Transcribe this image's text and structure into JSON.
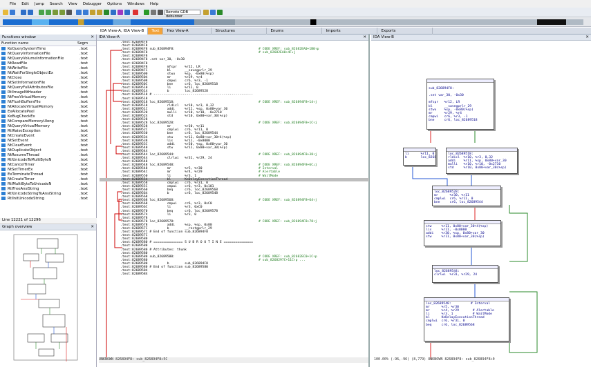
{
  "menu": [
    "File",
    "Edit",
    "Jump",
    "Search",
    "View",
    "Debugger",
    "Options",
    "Windows",
    "Help"
  ],
  "debugger_select": "Remote GDB debugger",
  "tabs": [
    {
      "label": "IDA View-A, IDA View-B"
    },
    {
      "label": "Text"
    },
    {
      "label": "Hex View-A"
    },
    {
      "label": "Structures"
    },
    {
      "label": "Enums"
    },
    {
      "label": "Imports"
    },
    {
      "label": "Exports"
    }
  ],
  "functions_panel": {
    "title": "Functions window",
    "col_name": "Function name",
    "col_seg": "Segm",
    "items": [
      {
        "name": "KeQuerySystemTime",
        "seg": ".text"
      },
      {
        "name": "NtQueryInformationFile",
        "seg": ".text"
      },
      {
        "name": "NtQueryVolumeInformationFile",
        "seg": ".text"
      },
      {
        "name": "NtReadFile",
        "seg": ".text"
      },
      {
        "name": "NtWriteFile",
        "seg": ".text"
      },
      {
        "name": "NtWaitForSingleObjectEx",
        "seg": ".text"
      },
      {
        "name": "NtClose",
        "seg": ".text"
      },
      {
        "name": "NtSetInformationFile",
        "seg": ".text"
      },
      {
        "name": "NtQueryFullAttributesFile",
        "seg": ".text"
      },
      {
        "name": "RtlImageNtHeader",
        "seg": ".text"
      },
      {
        "name": "NtFreeVirtualMemory",
        "seg": ".text"
      },
      {
        "name": "NtFlushBuffersFile",
        "seg": ".text"
      },
      {
        "name": "NtAllocateVirtualMemory",
        "seg": ".text"
      },
      {
        "name": "ExAllocatePool",
        "seg": ".text"
      },
      {
        "name": "KeBugCheckEx",
        "seg": ".text"
      },
      {
        "name": "NtCompareMemoryUlong",
        "seg": ".text"
      },
      {
        "name": "NtQueryVirtualMemory",
        "seg": ".text"
      },
      {
        "name": "RtlRaiseException",
        "seg": ".text"
      },
      {
        "name": "NtCreateEvent",
        "seg": ".text"
      },
      {
        "name": "NtSetEvent",
        "seg": ".text"
      },
      {
        "name": "NtClearEvent",
        "seg": ".text"
      },
      {
        "name": "NtDuplicateObject",
        "seg": ".text"
      },
      {
        "name": "NtResumeThread",
        "seg": ".text"
      },
      {
        "name": "RtlUnicodeToMultiByteN",
        "seg": ".text"
      },
      {
        "name": "NtCancelTimer",
        "seg": ".text"
      },
      {
        "name": "NtSetTimerEx",
        "seg": ".text"
      },
      {
        "name": "ExTerminateThread",
        "seg": ".text"
      },
      {
        "name": "NtCreateTimer",
        "seg": ".text"
      },
      {
        "name": "RtlMultiByteToUnicodeN",
        "seg": ".text"
      },
      {
        "name": "RtlFreeAnsiString",
        "seg": ".text"
      },
      {
        "name": "RtlUnicodeStringToAnsiString",
        "seg": ".text"
      },
      {
        "name": "RtlInitUnicodeString",
        "seg": ".text"
      }
    ],
    "line_info": "Line 12221 of 12296"
  },
  "graph_overview_title": "Graph overview",
  "ida_view_a_title": "IDA View-A",
  "ida_view_b_title": "IDA View-B",
  "asm_lines": [
    {
      "t": ".text:826894F8"
    },
    {
      "t": ".text:826894F8"
    },
    {
      "t": ".text:826894F8 sub_826894F8:",
      "c": "# CODE XREF: sub_82682EA0+1B0↑p"
    },
    {
      "t": ".text:826894F8",
      "c": "# sub_82682EA0+4F↓j"
    },
    {
      "t": ".text:826894F8"
    },
    {
      "t": ".text:826894F8 .set var_30, -0x30"
    },
    {
      "t": ".text:826894F8"
    },
    {
      "t": ".text:826894F8          mfspr    %r12, LR"
    },
    {
      "t": ".text:826894FC          bl       __savegprlr_29"
    },
    {
      "t": ".text:82689500          stwu     %sp, -0x80(%sp)"
    },
    {
      "t": ".text:82689504          mr       %r29, %r4"
    },
    {
      "t": ".text:82689508          cmpwi    cr6, %r3, -1"
    },
    {
      "t": ".text:8268950C          bne      cr6, loc_82689518"
    },
    {
      "t": ".text:82689510          li       %r11, 0"
    },
    {
      "t": ".text:82689514          b        loc_82689528"
    },
    {
      "t": ".text:82689518 # ---------------------------------------------------"
    },
    {
      "t": ".text:82689518"
    },
    {
      "t": ".text:82689518 loc_82689518:",
      "c": "# CODE XREF: sub_826894F8+14↑j"
    },
    {
      "t": ".text:82689518          rldicl   %r10, %r3, 0,32"
    },
    {
      "t": ".text:8268951C          addi     %r11, %sp, 0x80+var_30"
    },
    {
      "t": ".text:82689520          mulli    %r10, %r10, -0x2710"
    },
    {
      "t": ".text:82689524          std      %r10, 0x80+var_30(%sp)"
    },
    {
      "t": ".text:82689528"
    },
    {
      "t": ".text:82689528 loc_82689528:",
      "c": "# CODE XREF: sub_826894F8+1C↑j"
    },
    {
      "t": ".text:82689528          mr       %r30, %r11"
    },
    {
      "t": ".text:8268952C          cmplwi   cr6, %r11, 0"
    },
    {
      "t": ".text:82689530          bne      cr6, loc_82689544"
    },
    {
      "t": ".text:82689534          stw      %r11, 0x80+var_30+4(%sp)"
    },
    {
      "t": ".text:82689538          lis      %r11, -0x8000"
    },
    {
      "t": ".text:8268953C          addi     %r30, %sp, 0x80+var_30"
    },
    {
      "t": ".text:82689540          stw      %r11, 0x80+var_30(%sp)"
    },
    {
      "t": ".text:82689544"
    },
    {
      "t": ".text:82689544 loc_82689544:",
      "c": "# CODE XREF: sub_826894F8+38↑j"
    },
    {
      "t": ".text:82689544          clrlwi   %r31, %r29, 24"
    },
    {
      "t": ".text:82689548"
    },
    {
      "t": ".text:82689548 loc_82689548:",
      "c": "# CODE XREF: sub_826894F8+6C↓j"
    },
    {
      "t": ".text:82689548          mr       %r5, %r30",
      "c": "# Interval"
    },
    {
      "t": ".text:8268954C          mr       %r4, %r29",
      "c": "# Alertable"
    },
    {
      "t": ".text:82689550          li       %r3, 1",
      "c": "# WaitMode"
    },
    {
      "t": ".text:82689554          bl       KeDelayExecutionThread",
      "hl": true
    },
    {
      "t": ".text:82689558          cmplwi   cr6, %r31, 0"
    },
    {
      "t": ".text:8268955C          cmpwi    cr6, %r3, 0x101"
    },
    {
      "t": ".text:82689560          beq      cr6, loc_82689568"
    },
    {
      "t": ".text:82689564          b        cr6, loc_82689548"
    },
    {
      "t": ".text:82689568"
    },
    {
      "t": ".text:82689568 loc_82689568:",
      "c": "# CODE XREF: sub_826894F8+64↑j"
    },
    {
      "t": ".text:82689568          cmpwi    cr6, %r3, 0xC0"
    },
    {
      "t": ".text:8268956C          li       %r3, 0xC0"
    },
    {
      "t": ".text:82689570          beq      cr6, loc_82689578"
    },
    {
      "t": ".text:82689574          li       %r3, 0"
    },
    {
      "t": ".text:82689578"
    },
    {
      "t": ".text:82689578 loc_82689578:",
      "c": "# CODE XREF: sub_826894F8+78↑j"
    },
    {
      "t": ".text:82689578          addi     %sp, %sp, 0x80"
    },
    {
      "t": ".text:8268957C          b        __restgprlr_29"
    },
    {
      "t": ".text:8268957C # End of function sub_826894F8"
    },
    {
      "t": ".text:8268957C"
    },
    {
      "t": ".text:82689580"
    },
    {
      "t": ".text:82689580 # =============== S U B R O U T I N E ==============="
    },
    {
      "t": ".text:82689580"
    },
    {
      "t": ".text:82689580 # Attributes: thunk"
    },
    {
      "t": ".text:82689580"
    },
    {
      "t": ".text:82689580 sub_82689580:",
      "c": "# CODE XREF: sub_82682EC0+1C↑p"
    },
    {
      "t": ".text:82689580",
      "c": "# sub_8268297C+11C↑p ..."
    },
    {
      "t": ".text:82689580          b        sub_826894F8"
    },
    {
      "t": ".text:82689580 # End of function sub_82689580"
    },
    {
      "t": ".text:82689584"
    },
    {
      "t": ".text:82689584"
    }
  ],
  "main_status": "UNKNOWN 826894F8: sub_826894F8+5C",
  "graph_status": "100.00% (-96,-96) (8,779) UNKNOWN 826894F8: sub_826894F8+0",
  "graph_nodes": {
    "n1": "\nsub_826894F8:\n\n.set var_30, -0x30\n\nmfspr   %r12, LR\nbl      __savegprlr_29\nstwu    %sp, -0x80(%sp)\nmr      %r29, %r4\ncmpwi   cr6, %r3, -1\nbne     cr6, loc_82689518",
    "n2": "li      %r11, 0\nb       loc_82689528",
    "n3": "loc_82689518:\nrldicl  %r10, %r3, 0,32\naddi    %r11, %sp, 0x80+var_30\nmulli   %r10, %r10, -0x2710\nstd     %r10, 0x80+var_30(%sp)",
    "n4": "loc_82689528:\nmr      %r30, %r11\ncmplwi  cr6, %r11, 0\nbne     cr6, loc_82689544",
    "n5": "stw     %r11, 0x80+var_30+4(%sp)\nlis     %r11, -0x8000\naddi    %r30, %sp, 0x80+var_30\nstw     %r11, 0x80+var_30(%sp)",
    "n6": "loc_82689544:\nclrlwi  %r31, %r29, 24",
    "n7": "loc_82689548:          # Interval\nmr      %r5, %r30\nmr      %r4, %r29       # Alertable\nli      %r3, 1          # WaitMode\nbl      KeDelayExecutionThread\ncmplwi  cr6, %r31, 0\nbeq     cr6, loc_82689568"
  }
}
